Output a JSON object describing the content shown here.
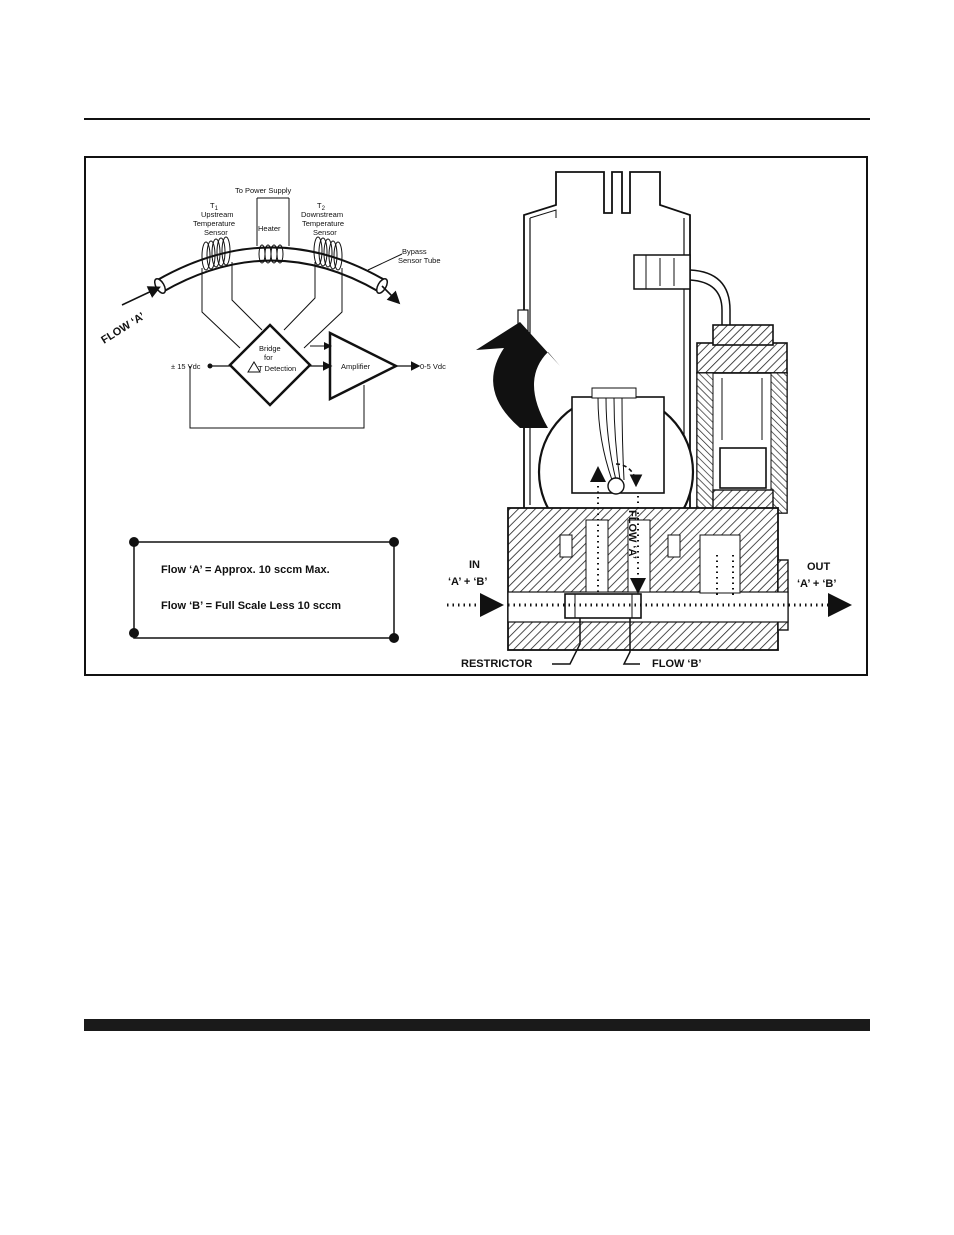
{
  "schematic": {
    "to_power_supply": "To Power Supply",
    "t1_label": "T",
    "t1_sub": "1",
    "t1_desc_1": "Upstream",
    "t1_desc_2": "Temperature",
    "t1_desc_3": "Sensor",
    "heater": "Heater",
    "t2_label": "T",
    "t2_sub": "2",
    "t2_desc_1": "Downstream",
    "t2_desc_2": "Temperature",
    "t2_desc_3": "Sensor",
    "bypass_1": "Bypass",
    "bypass_2": "Sensor Tube",
    "flow_a": "FLOW ‘A’",
    "bridge_1": "Bridge",
    "bridge_2": "for",
    "bridge_3": "T Detection",
    "amplifier": "Amplifier",
    "supply": "± 15 Vdc",
    "output": "0-5 Vdc"
  },
  "note": {
    "line1": "Flow  ‘A’  =  Approx. 10 sccm Max.",
    "line2": "Flow  ‘B’  =  Full Scale Less 10 sccm"
  },
  "cutaway": {
    "in_1": "IN",
    "in_2": "‘A’ + ‘B’",
    "out_1": "OUT",
    "out_2": "‘A’ + ‘B’",
    "flow_a_vertical": "FLOW ‘A’",
    "restrictor": "RESTRICTOR",
    "flow_b": "FLOW ‘B’"
  }
}
